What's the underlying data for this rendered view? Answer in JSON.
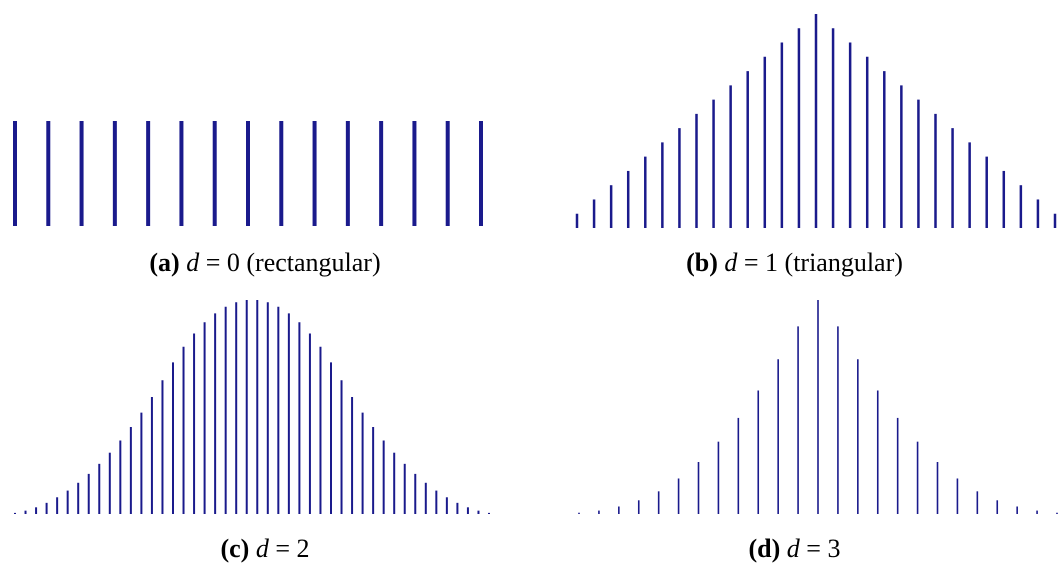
{
  "stem_color": "#1a1a8c",
  "chart_data": [
    {
      "type": "bar",
      "id": "a",
      "caption": {
        "label": "(a)",
        "variable": "d",
        "equation": " = 0",
        "suffix": " (rectangular)"
      },
      "values": [
        1,
        1,
        1,
        1,
        1,
        1,
        1,
        1,
        1,
        1,
        1,
        1,
        1,
        1,
        1
      ],
      "ylim": [
        0,
        1
      ],
      "peak_ratio": 0.4905
    },
    {
      "type": "bar",
      "id": "b",
      "caption": {
        "label": "(b)",
        "variable": "d",
        "equation": " = 1",
        "suffix": " (triangular)"
      },
      "values": [
        1,
        2,
        3,
        4,
        5,
        6,
        7,
        8,
        9,
        10,
        11,
        12,
        13,
        14,
        15,
        14,
        13,
        12,
        11,
        10,
        9,
        8,
        7,
        6,
        5,
        4,
        3,
        2,
        1
      ],
      "ylim": [
        0,
        15
      ],
      "peak_ratio": 1.0
    },
    {
      "type": "bar",
      "id": "c",
      "caption": {
        "label": "(c)",
        "variable": "d",
        "equation": " = 2",
        "suffix": ""
      },
      "values": [
        1,
        3,
        6,
        10,
        15,
        21,
        28,
        36,
        45,
        55,
        66,
        78,
        91,
        105,
        120,
        136,
        150,
        162,
        172,
        180,
        186,
        190,
        192,
        192,
        190,
        186,
        180,
        172,
        162,
        150,
        136,
        120,
        105,
        91,
        78,
        66,
        55,
        45,
        36,
        28,
        21,
        15,
        10,
        6,
        3,
        1
      ],
      "ylim": [
        0,
        192
      ],
      "peak_ratio": 1.0
    },
    {
      "type": "bar",
      "id": "d",
      "caption": {
        "label": "(d)",
        "variable": "d",
        "equation": " = 3",
        "suffix": ""
      },
      "values": [
        0.006,
        0.016,
        0.035,
        0.064,
        0.106,
        0.166,
        0.243,
        0.338,
        0.449,
        0.577,
        0.723,
        0.877,
        1.0
      ],
      "ylim": [
        0,
        1
      ],
      "peak_ratio": 1.0,
      "symmetric": true
    }
  ]
}
